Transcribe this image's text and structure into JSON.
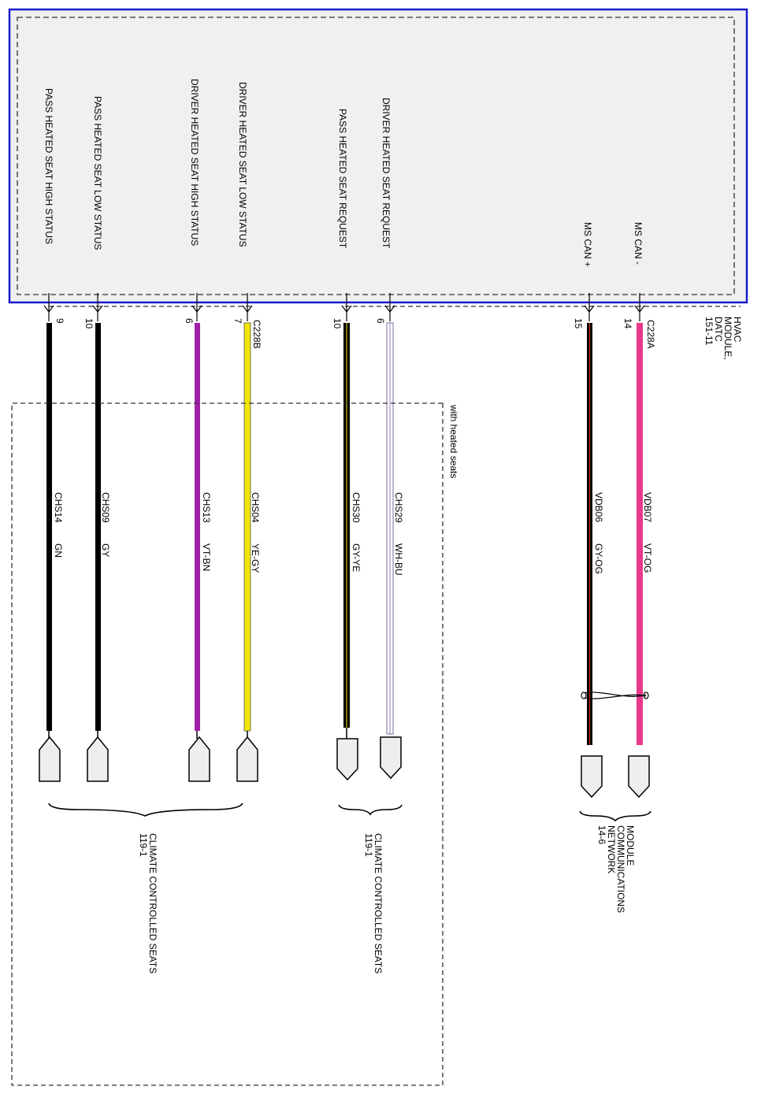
{
  "module": {
    "name_lines": [
      "HVAC",
      "MODULE,",
      "DATC",
      "151-11"
    ]
  },
  "signals": [
    {
      "key": "pass-high",
      "label": "PASS HEATED SEAT HIGH STATUS"
    },
    {
      "key": "pass-low",
      "label": "PASS HEATED SEAT LOW STATUS"
    },
    {
      "key": "driver-high",
      "label": "DRIVER HEATED SEAT HIGH STATUS"
    },
    {
      "key": "driver-low",
      "label": "DRIVER HEATED SEAT LOW STATUS"
    },
    {
      "key": "pass-request",
      "label": "PASS HEATED SEAT REQUEST"
    },
    {
      "key": "driver-request",
      "label": "DRIVER HEATED SEAT REQUEST"
    },
    {
      "key": "ms-can-plus",
      "label": "MS CAN +"
    },
    {
      "key": "ms-can-minus",
      "label": "MS CAN -"
    }
  ],
  "connectors": {
    "c228b": "C228B",
    "c228a": "C228A"
  },
  "wires": [
    {
      "pin": "9",
      "circuit": "CHS14",
      "color_code": "GN",
      "stroke": "#000000",
      "stripe": "none"
    },
    {
      "pin": "10",
      "circuit": "CHS09",
      "color_code": "GY",
      "stroke": "#000000",
      "stripe": "none"
    },
    {
      "pin": "6",
      "circuit": "CHS13",
      "color_code": "VT-BN",
      "stroke": "#a020a8",
      "stripe": "none"
    },
    {
      "pin": "7",
      "circuit": "CHS04",
      "color_code": "YE-GY",
      "stroke": "#f2e600",
      "stripe": "#555555"
    },
    {
      "pin": "10",
      "circuit": "CHS30",
      "color_code": "GY-YE",
      "stroke": "#000000",
      "stripe": "#d6c800"
    },
    {
      "pin": "6",
      "circuit": "CHS29",
      "color_code": "WH-BU",
      "stroke": "#ffffff",
      "stripe": "#9b7fc0"
    },
    {
      "pin": "15",
      "circuit": "VDB06",
      "color_code": "GY-OG",
      "stroke": "#000000",
      "stripe": "#cc3300"
    },
    {
      "pin": "14",
      "circuit": "VDB07",
      "color_code": "VT-OG",
      "stroke": "#e8388a",
      "stripe": "none"
    }
  ],
  "option_label": "with heated seats",
  "destinations": {
    "seats_group1": [
      "CLIMATE CONTROLLED SEATS",
      "119-1"
    ],
    "seats_group2": [
      "CLIMATE CONTROLLED SEATS",
      "119-1"
    ],
    "network": [
      "MODULE",
      "COMMUNICATIONS",
      "NETWORK",
      "14-6"
    ]
  },
  "colors": {
    "module_border": "#1a1acc",
    "module_fill": "#f0f0f0"
  }
}
